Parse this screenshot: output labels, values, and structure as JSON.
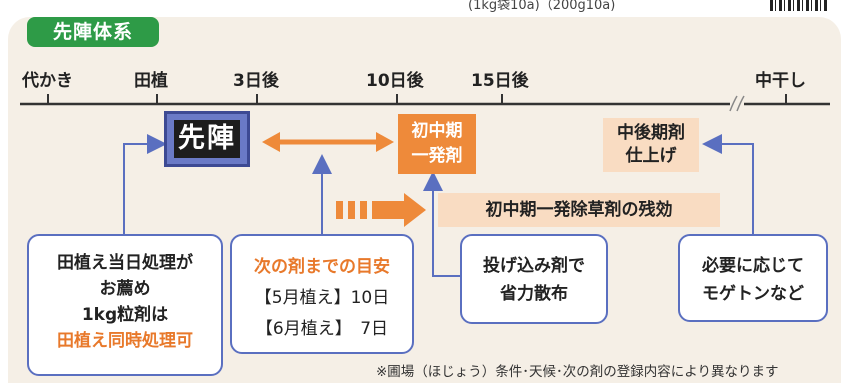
{
  "top_note": "(1kg袋10a)（200g10a)",
  "title": "先陣体系",
  "timeline": {
    "ticks": [
      {
        "key": "t0",
        "label": "代かき"
      },
      {
        "key": "t1",
        "label": "田植"
      },
      {
        "key": "t2",
        "label": "3日後"
      },
      {
        "key": "t3",
        "label": "10日後"
      },
      {
        "key": "t4",
        "label": "15日後"
      },
      {
        "key": "t5",
        "label": "中干し"
      }
    ],
    "break_mark": "≈"
  },
  "senjin_label": "先陣",
  "early_box": {
    "line1": "初中期",
    "line2": "一発剤"
  },
  "late_box": {
    "line1": "中後期剤",
    "line2": "仕上げ"
  },
  "residual_label": "初中期一発除草剤の残効",
  "callouts": {
    "c1": {
      "line1": "田植え当日処理が",
      "line2": "お薦め",
      "line3": "1kg粒剤は",
      "line4": "田植え同時処理可"
    },
    "c2": {
      "heading": "次の剤までの目安",
      "row1": "【5月植え】10日",
      "row2": "【6月植え】　7日"
    },
    "c3": {
      "line1": "投げ込み剤で",
      "line2": "省力散布"
    },
    "c4": {
      "line1": "必要に応じて",
      "line2": "モゲトンなど"
    }
  },
  "footnote": "※圃場（ほじょう）条件･天候･次の剤の登録内容により異なります",
  "colors": {
    "panel": "#f5efe6",
    "title_green": "#2e9b47",
    "senjin_blue": "#6a7ac6",
    "orange": "#ee8a3a",
    "light_orange": "#f9dcc2",
    "callout_border": "#5a6fc0"
  }
}
